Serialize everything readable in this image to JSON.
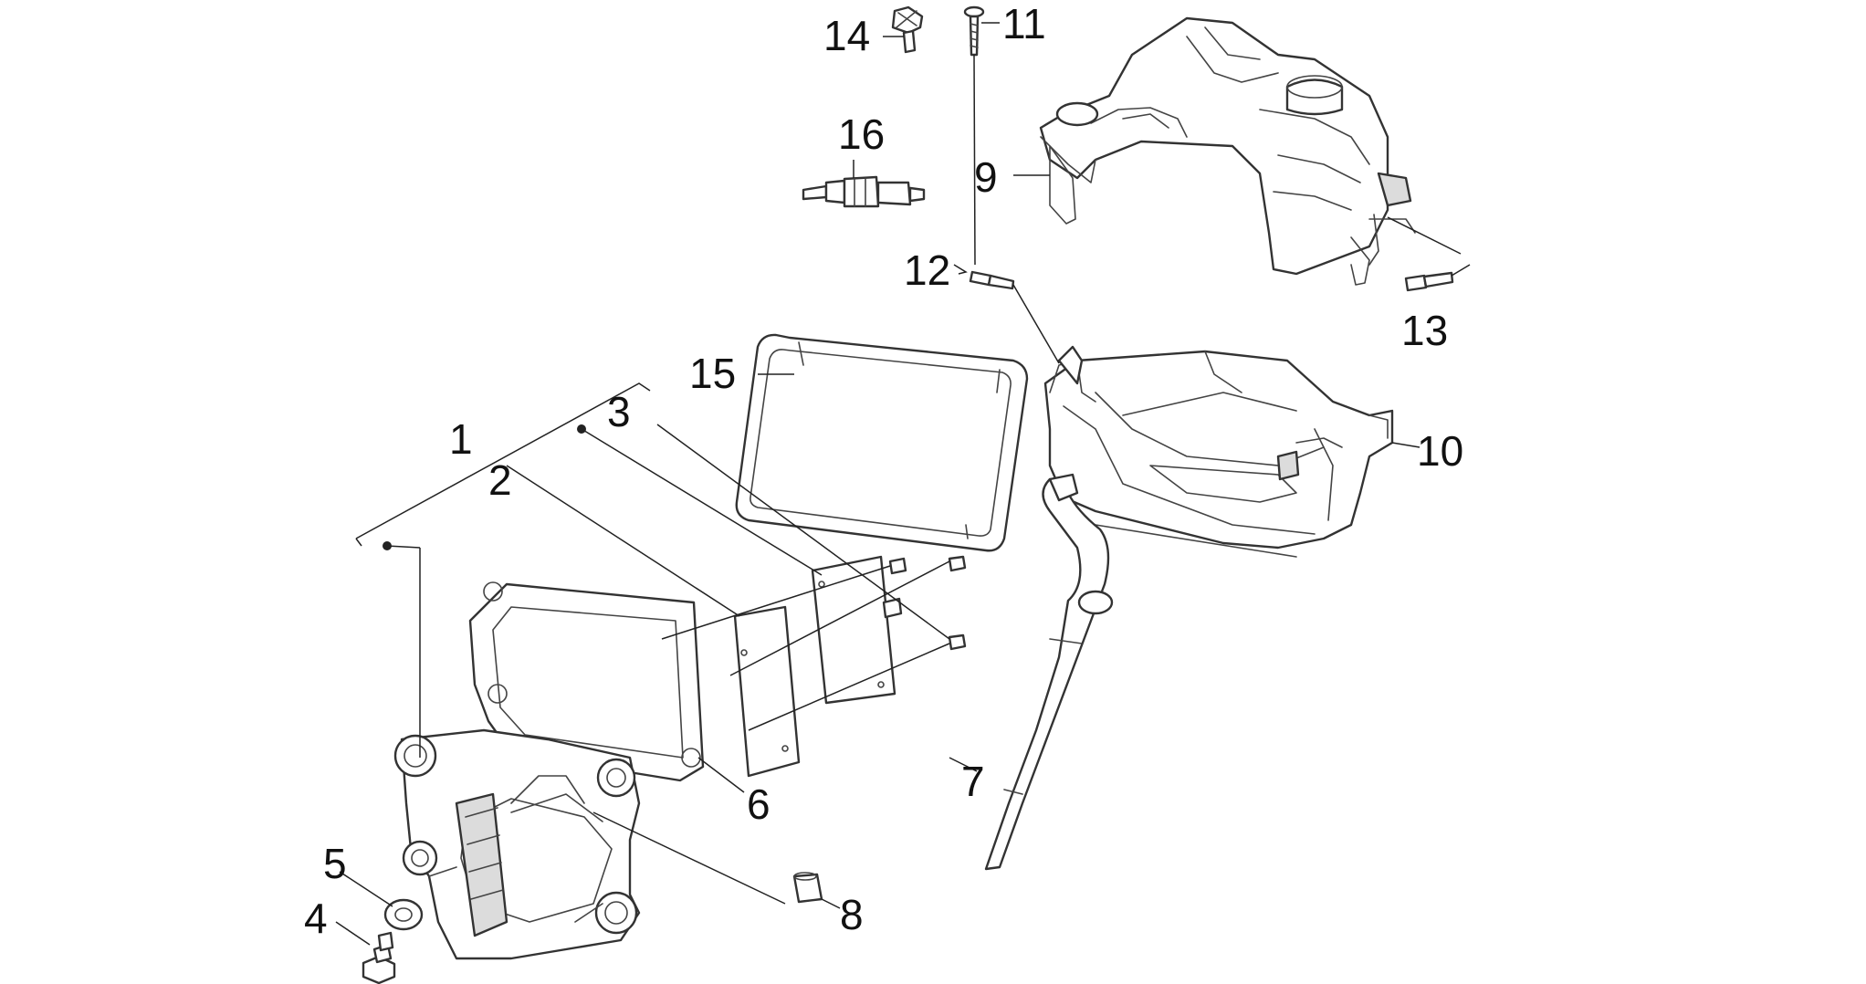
{
  "colors": {
    "line": "#333333",
    "fill": "#ffffff",
    "shade": "#dcdcdc",
    "text": "#111111"
  },
  "callouts": {
    "c1": "1",
    "c2": "2",
    "c3": "3",
    "c4": "4",
    "c5": "5",
    "c6": "6",
    "c7": "7",
    "c8": "8",
    "c9": "9",
    "c10": "10",
    "c11": "11",
    "c12": "12",
    "c13": "13",
    "c14": "14",
    "c15": "15",
    "c16": "16"
  }
}
